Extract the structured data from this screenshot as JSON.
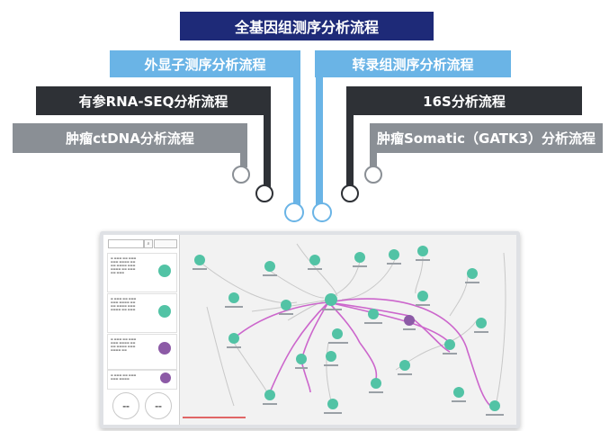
{
  "banners": {
    "top": "全基因组测序分析流程",
    "left": [
      "外显子测序分析流程",
      "有参RNA-SEQ分析流程",
      "肿瘤ctDNA分析流程"
    ],
    "right": [
      "转录组测序分析流程",
      "16S分析流程",
      "肿瘤Somatic（GATK3）分析流程"
    ]
  },
  "colors": {
    "navy": "#1e2a78",
    "light_blue": "#6ab4e6",
    "dark": "#2e3136",
    "grey": "#8a8f95",
    "node_teal": "#52c3a5",
    "node_purple": "#8c5aa6",
    "edge_pink": "#cc66cc"
  },
  "workflow_panel": {
    "icons": [
      "search-icon",
      "workflow-node-icon"
    ]
  }
}
